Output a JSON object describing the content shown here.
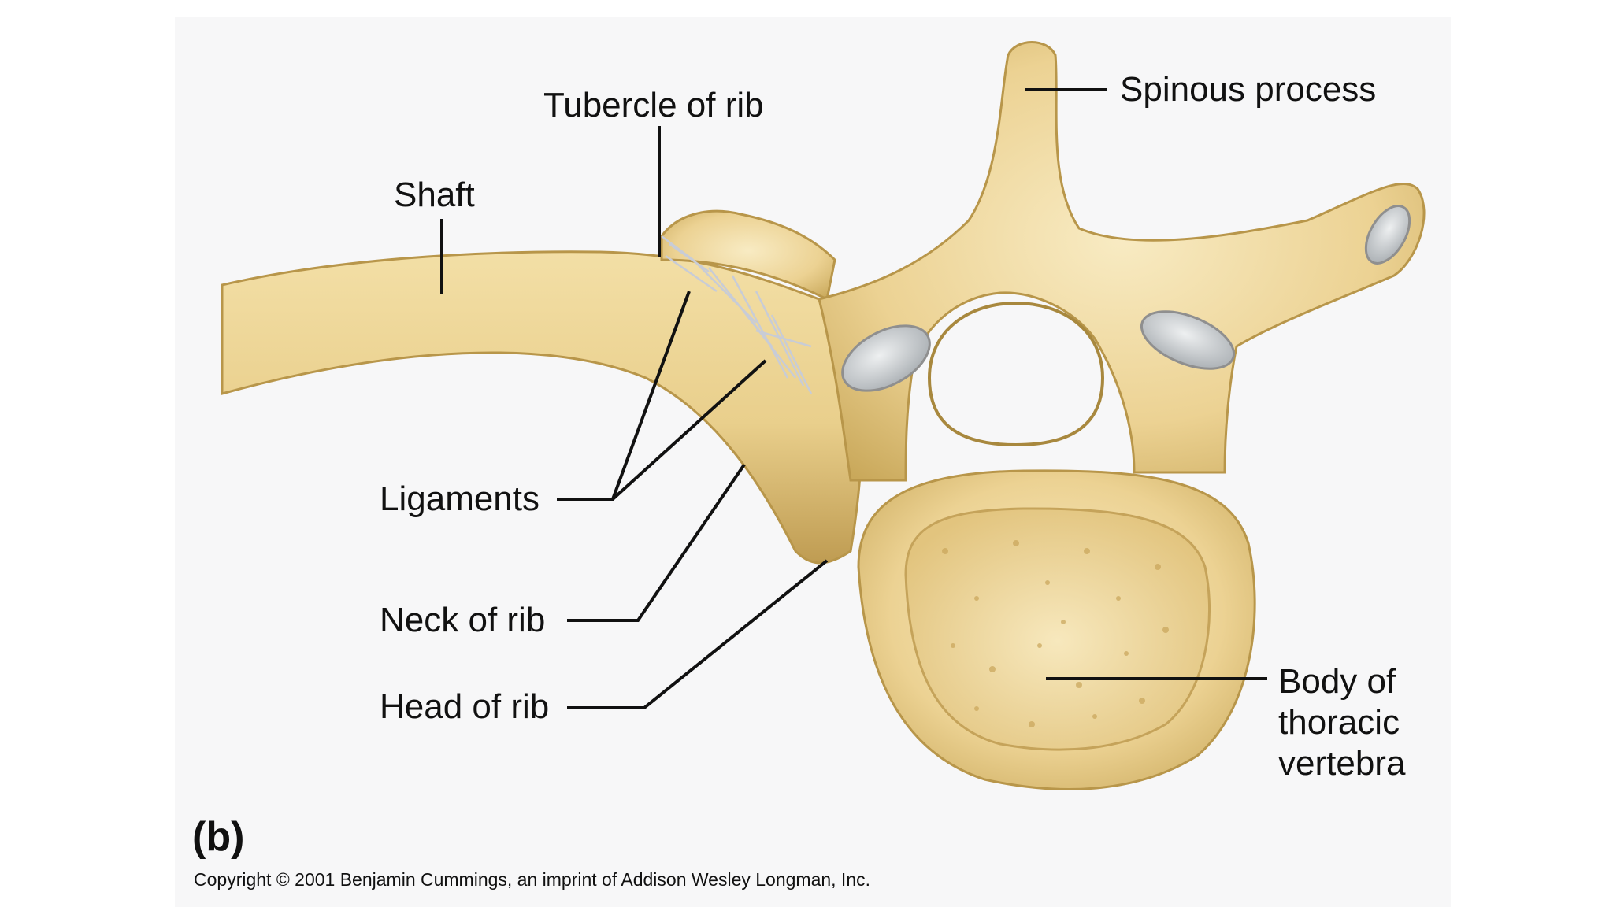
{
  "panel_letter": "(b)",
  "labels": {
    "spinous_process": "Spinous process",
    "tubercle_of_rib": "Tubercle of rib",
    "shaft": "Shaft",
    "ligaments": "Ligaments",
    "neck_of_rib": "Neck of rib",
    "head_of_rib": "Head of rib",
    "body_line1": "Body of",
    "body_line2": "thoracic",
    "body_line3": "vertebra"
  },
  "copyright": "Copyright © 2001 Benjamin Cummings, an imprint of Addison Wesley Longman, Inc.",
  "colors": {
    "background": "#ffffff",
    "panel": "#f7f7f8",
    "bone": "#ead08e",
    "bone_dark": "#b8964a",
    "bone_light": "#f6e7b8",
    "cartilage": "#cfd3d6",
    "ligament": "#eef0f4"
  }
}
